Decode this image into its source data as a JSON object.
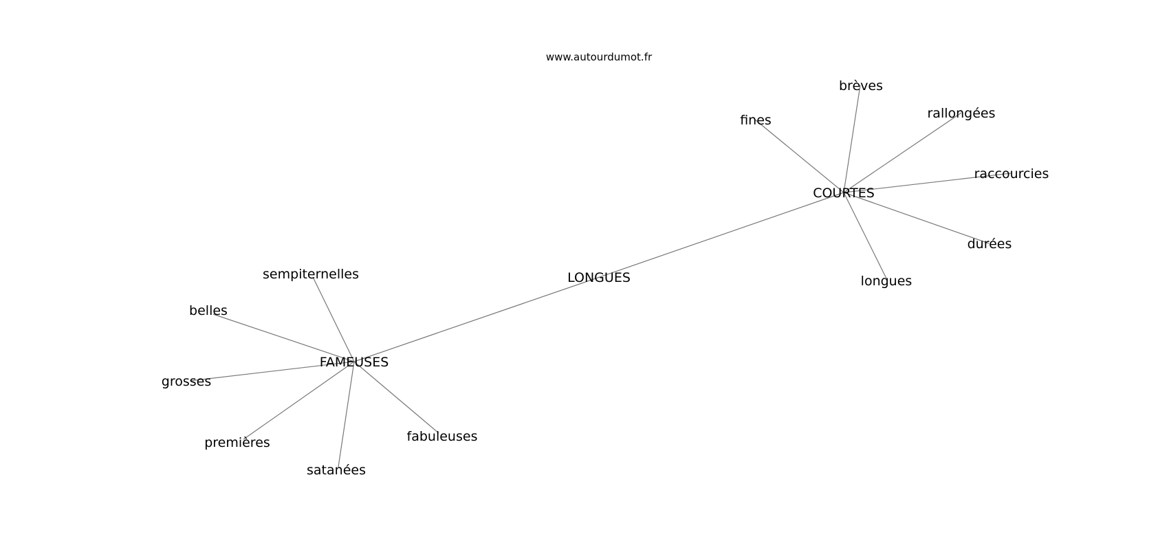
{
  "watermark": "www.autourdumot.fr",
  "center": "LONGUES",
  "hubs": [
    {
      "label": "FAMEUSES",
      "children": [
        "sempiternelles",
        "belles",
        "grosses",
        "premières",
        "satanées",
        "fabuleuses"
      ]
    },
    {
      "label": "COURTES",
      "children": [
        "fines",
        "brèves",
        "rallongées",
        "raccourcies",
        "durées",
        "longues"
      ]
    }
  ],
  "colors": {
    "edge": "#777777",
    "text": "#000000",
    "background": "#ffffff"
  }
}
